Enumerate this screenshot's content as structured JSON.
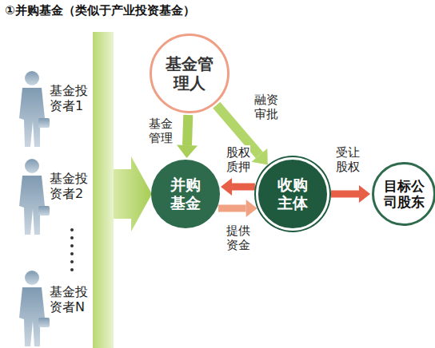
{
  "diagram": {
    "title": "①并购基金（类似于产业投资基金）",
    "nodes": [
      {
        "text": [
          "基金管理人"
        ]
      },
      {
        "text": [
          "并购基金"
        ]
      },
      {
        "text": [
          "收购主体"
        ]
      },
      {
        "text": [
          "目标公司股东"
        ]
      }
    ],
    "edges": [
      {
        "from": 0,
        "to": 1,
        "label": "基金管理",
        "arrow": "to"
      },
      {
        "from": 0,
        "to": 2,
        "label": "融资审批",
        "arrow": "to"
      },
      {
        "from": 2,
        "to": 1,
        "label": "股权质押",
        "arrow": "to"
      },
      {
        "from": 1,
        "to": 2,
        "label": "提供资金",
        "arrow": "to"
      },
      {
        "from": 2,
        "to": 3,
        "label": "受让股权",
        "arrow": "to"
      }
    ],
    "labels": [
      "基金投资者1",
      "基金投资者2",
      "基金投资者N"
    ]
  }
}
